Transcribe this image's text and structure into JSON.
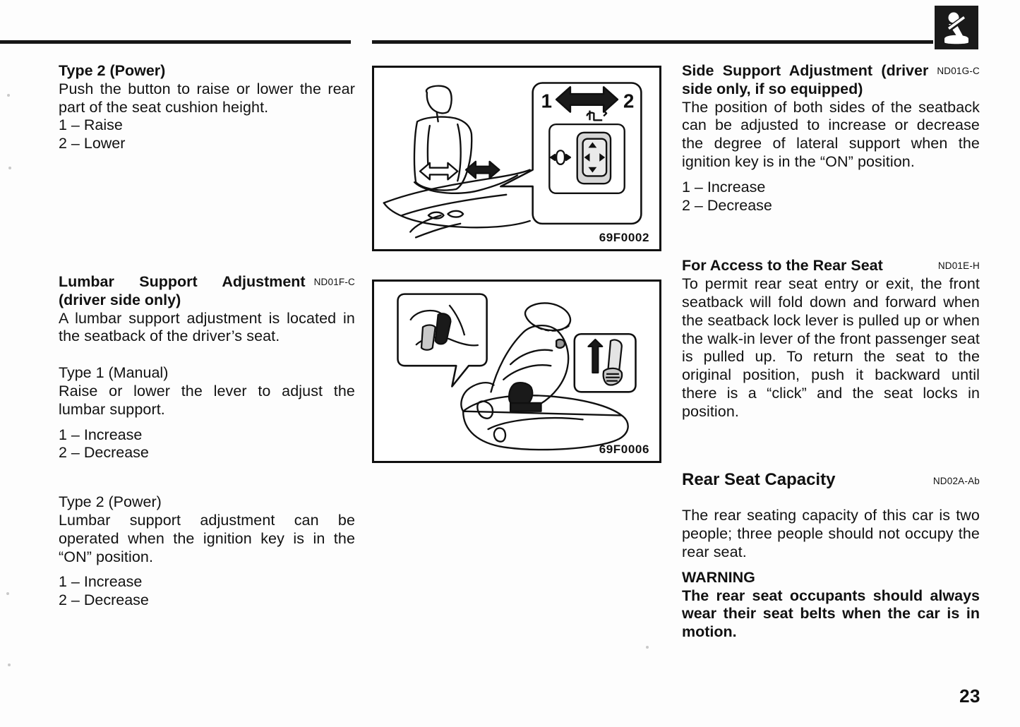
{
  "page": {
    "number": "23",
    "section_icon": "seatbelt-occupant-icon"
  },
  "left_column": {
    "type2_power": {
      "heading": "Type 2 (Power)",
      "body": "Push the button to raise or lower the rear part of the seat cushion height.",
      "items": [
        "1 – Raise",
        "2 – Lower"
      ]
    },
    "lumbar_support": {
      "heading": "Lumbar Support Adjustment (driver side only)",
      "code": "ND01F-C",
      "body": "A lumbar support adjustment is located in the seatback of the driver’s seat.",
      "type1": {
        "heading": "Type 1 (Manual)",
        "body": "Raise or lower the lever to adjust the lumbar support.",
        "items": [
          "1 – Increase",
          "2 – Decrease"
        ]
      },
      "type2": {
        "heading": "Type 2 (Power)",
        "body": "Lumbar support adjustment can be operated when the ignition key is in the “ON” position.",
        "items": [
          "1 – Increase",
          "2 – Decrease"
        ]
      }
    }
  },
  "figures": [
    {
      "id": "seat-side-support-illustration",
      "code": "69F0002",
      "callout_labels": [
        "1",
        "2"
      ],
      "description": "Front seat with bidirectional arrows on the seatback sides and an enlarged view of the power seat switch panel"
    },
    {
      "id": "lumbar-lever-illustration",
      "code": "69F0006",
      "description": "Front seat with enlarged views of the seatback lock lever and the walk-in lever"
    }
  ],
  "right_column": {
    "side_support": {
      "heading": "Side Support Adjustment (driver side only, if so equipped)",
      "code": "ND01G-C",
      "body": "The position of both sides of the seatback can be adjusted to increase or decrease the degree of lateral support when the ignition key is in the “ON” position.",
      "items": [
        "1 – Increase",
        "2 – Decrease"
      ]
    },
    "rear_seat_access": {
      "heading": "For Access to the Rear Seat",
      "code": "ND01E-H",
      "body": "To permit rear seat entry or exit, the front seatback will fold down and forward when the seatback lock lever is pulled up or when the walk-in lever of the front passenger seat is pulled up. To return the seat to the original position, push it backward until there is a “click” and the seat locks in position."
    },
    "rear_seat_capacity": {
      "heading": "Rear Seat Capacity",
      "code": "ND02A-Ab",
      "body": "The rear seating capacity of this car is two people; three people should not occupy the rear seat.",
      "warning_label": "WARNING",
      "warning_body": "The rear seat occupants should always wear their seat belts when the car is in motion."
    }
  },
  "colors": {
    "ink": "#111111",
    "rule": "#161616",
    "tab_background": "#1a1a1a",
    "paper": "#fdfdfd"
  }
}
